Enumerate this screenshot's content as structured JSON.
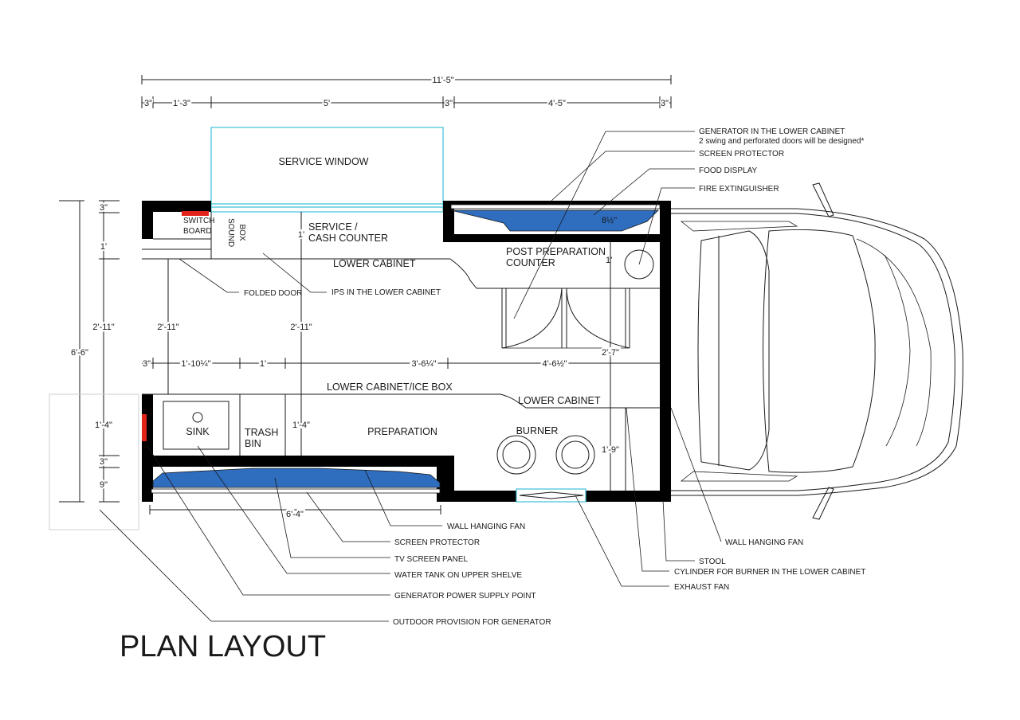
{
  "title": "PLAN LAYOUT",
  "dimensions": {
    "overall_length": "11'-5\"",
    "d_3a": "3\"",
    "d_1_3": "1'-3\"",
    "d_5": "5'",
    "d_3b": "3\"",
    "d_4_5": "4'-5\"",
    "d_3c": "3\"",
    "overall_width": "6'-6\"",
    "v_3top": "3\"",
    "v_1": "1'",
    "v_2_11": "2'-11\"",
    "v_1_4": "1'-4\"",
    "v_3b": "3\"",
    "v_9": "9\"",
    "in_2_11_a": "2'-11\"",
    "in_2_11_b": "2'-11\"",
    "in_1ft_vert": "1'",
    "h_3": "3\"",
    "h_1_10": "1'-10¼\"",
    "h_1": "1'",
    "h_3_6": "3'-6¼\"",
    "h_4_6": "4'-6½\"",
    "in_2_7": "2'-7\"",
    "in_1_4": "1'-4\"",
    "in_1_9": "1'-9\"",
    "in_8_half": "8½\"",
    "in_1_small": "1'",
    "bottom_6_4": "6'-4\""
  },
  "rooms": {
    "service_window": "SERVICE WINDOW",
    "switch_board_1": "SWITCH",
    "switch_board_2": "BOARD",
    "sound_box_1": "SOUND",
    "sound_box_2": "BOX",
    "service_counter_1": "SERVICE /",
    "service_counter_2": "CASH COUNTER",
    "lower_cabinet_top": "LOWER CABINET",
    "post_prep_1": "POST PREPARATION",
    "post_prep_2": "COUNTER",
    "lower_cabinet_ice": "LOWER CABINET/ICE BOX",
    "lower_cabinet_right": "LOWER CABINET",
    "sink": "SINK",
    "trash_1": "TRASH",
    "trash_2": "BIN",
    "preparation": "PREPARATION",
    "burner": "BURNER"
  },
  "callouts": {
    "generator_lower_cabinet": "GENERATOR IN THE LOWER CABINET",
    "generator_note": "2 swing and perforated doors will be designed*",
    "screen_protector_top": "SCREEN PROTECTOR",
    "food_display": "FOOD DISPLAY",
    "fire_extinguisher": "FIRE EXTINGUISHER",
    "folded_door": "FOLDED DOOR",
    "ips_lower_cabinet": "IPS IN THE LOWER CABINET",
    "wall_hanging_fan_left": "WALL HANGING FAN",
    "screen_protector_bottom": "SCREEN PROTECTOR",
    "tv_screen_panel": "TV SCREEN PANEL",
    "water_tank": "WATER TANK ON UPPER SHELVE",
    "generator_power_supply": "GENERATOR POWER SUPPLY POINT",
    "outdoor_generator": "OUTDOOR PROVISION FOR GENERATOR",
    "wall_hanging_fan_right": "WALL HANGING FAN",
    "stool": "STOOL",
    "cylinder_burner": "CYLINDER FOR BURNER IN THE LOWER CABINET",
    "exhaust_fan": "EXHAUST FAN"
  },
  "colors": {
    "wall": "#000000",
    "display_blue": "#2f6dbf",
    "window_cyan": "#3cc0d8",
    "switch_red": "#e2231a"
  }
}
